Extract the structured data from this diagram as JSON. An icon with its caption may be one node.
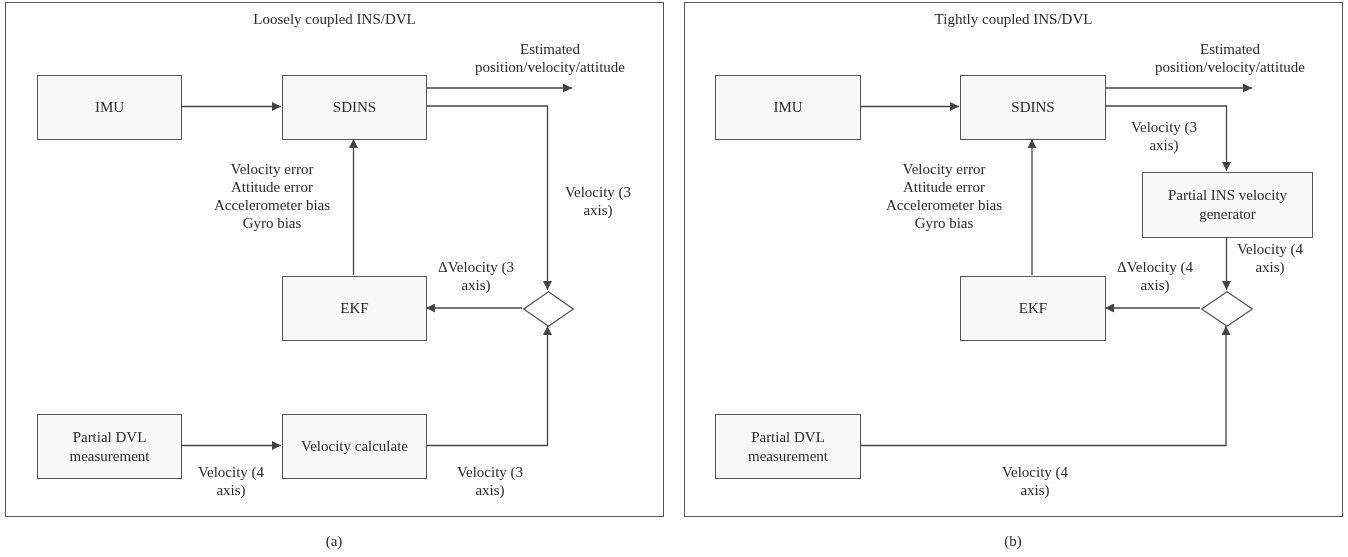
{
  "diagram": {
    "nodes": [
      {
        "text": [
          "Loosely coupled INS/DVL"
        ]
      },
      {
        "text": [
          "IMU"
        ],
        "in": 0
      },
      {
        "text": [
          "SDINS"
        ],
        "in": 0
      },
      {
        "text": [
          "EKF"
        ],
        "in": 0
      },
      {
        "text": [
          "Partial DVL measurement"
        ],
        "in": 0
      },
      {
        "text": [
          "Velocity calculate"
        ],
        "in": 0
      },
      {
        "text": [],
        "shape": "diamond",
        "in": 0
      },
      {
        "text": [
          "Tightly coupled INS/DVL"
        ]
      },
      {
        "text": [
          "IMU"
        ],
        "in": 7
      },
      {
        "text": [
          "SDINS"
        ],
        "in": 7
      },
      {
        "text": [
          "Partial INS velocity generator"
        ],
        "in": 7
      },
      {
        "text": [
          "EKF"
        ],
        "in": 7
      },
      {
        "text": [],
        "shape": "diamond",
        "in": 7
      },
      {
        "text": [
          "Partial DVL measurement"
        ],
        "in": 7
      }
    ],
    "edges": [
      {
        "from": 1,
        "to": 2,
        "arrow": "to"
      },
      {
        "from": 2,
        "to": null,
        "arrow": "to",
        "label": "Estimated position/velocity/attitude"
      },
      {
        "from": 2,
        "to": 6,
        "arrow": "to",
        "label": "Velocity (3 axis)"
      },
      {
        "from": 6,
        "to": 3,
        "arrow": "to",
        "label": "ΔVelocity (3 axis)"
      },
      {
        "from": 3,
        "to": 2,
        "arrow": "to",
        "label": "Velocity error Attitude error Accelerometer bias Gyro bias"
      },
      {
        "from": 4,
        "to": 5,
        "arrow": "to",
        "label": "Velocity (4 axis)"
      },
      {
        "from": 5,
        "to": 6,
        "arrow": "to",
        "label": "Velocity (3 axis)"
      },
      {
        "from": 8,
        "to": 9,
        "arrow": "to"
      },
      {
        "from": 9,
        "to": null,
        "arrow": "to",
        "label": "Estimated position/velocity/attitude"
      },
      {
        "from": 9,
        "to": 10,
        "arrow": "to",
        "label": "Velocity (3 axis)"
      },
      {
        "from": 10,
        "to": 12,
        "arrow": "to",
        "label": "Velocity (4 axis)"
      },
      {
        "from": 12,
        "to": 11,
        "arrow": "to",
        "label": "ΔVelocity (4 axis)"
      },
      {
        "from": 11,
        "to": 9,
        "arrow": "to",
        "label": "Velocity error Attitude error Accelerometer bias Gyro bias"
      },
      {
        "from": 13,
        "to": 12,
        "arrow": "to",
        "label": "Velocity (4 axis)"
      }
    ],
    "labels": [
      "(a)",
      "(b)"
    ]
  }
}
